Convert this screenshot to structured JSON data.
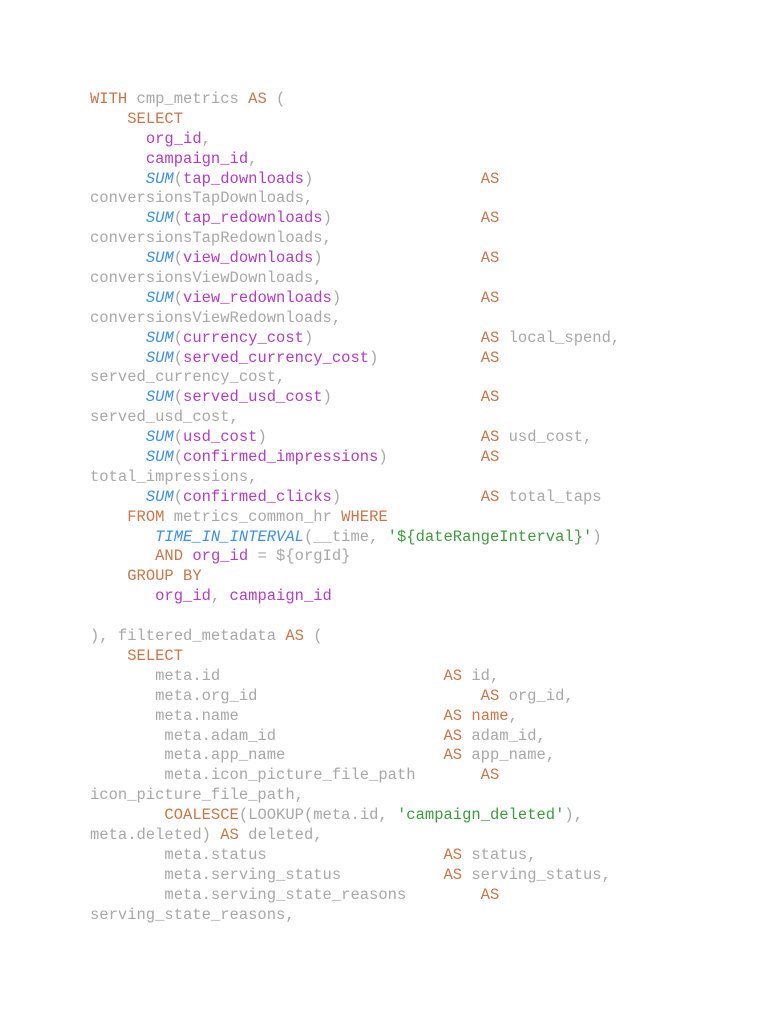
{
  "document": {
    "lines": [
      [
        {
          "t": "WITH",
          "c": "kw"
        },
        {
          "t": " cmp_metrics ",
          "c": "plain"
        },
        {
          "t": "AS",
          "c": "kw"
        },
        {
          "t": " (",
          "c": "plain"
        }
      ],
      [
        {
          "t": "    ",
          "c": "plain"
        },
        {
          "t": "SELECT",
          "c": "kw"
        }
      ],
      [
        {
          "t": "      ",
          "c": "plain"
        },
        {
          "t": "org_id",
          "c": "col"
        },
        {
          "t": ",",
          "c": "plain"
        }
      ],
      [
        {
          "t": "      ",
          "c": "plain"
        },
        {
          "t": "campaign_id",
          "c": "col"
        },
        {
          "t": ",",
          "c": "plain"
        }
      ],
      [
        {
          "t": "      ",
          "c": "plain"
        },
        {
          "t": "SUM",
          "c": "fn"
        },
        {
          "t": "(",
          "c": "plain"
        },
        {
          "t": "tap_downloads",
          "c": "col"
        },
        {
          "t": ")                  ",
          "c": "plain"
        },
        {
          "t": "AS",
          "c": "kw"
        }
      ],
      [
        {
          "t": "conversionsTapDownloads,",
          "c": "plain"
        }
      ],
      [
        {
          "t": "      ",
          "c": "plain"
        },
        {
          "t": "SUM",
          "c": "fn"
        },
        {
          "t": "(",
          "c": "plain"
        },
        {
          "t": "tap_redownloads",
          "c": "col"
        },
        {
          "t": ")                ",
          "c": "plain"
        },
        {
          "t": "AS",
          "c": "kw"
        }
      ],
      [
        {
          "t": "conversionsTapRedownloads,",
          "c": "plain"
        }
      ],
      [
        {
          "t": "      ",
          "c": "plain"
        },
        {
          "t": "SUM",
          "c": "fn"
        },
        {
          "t": "(",
          "c": "plain"
        },
        {
          "t": "view_downloads",
          "c": "col"
        },
        {
          "t": ")                 ",
          "c": "plain"
        },
        {
          "t": "AS",
          "c": "kw"
        }
      ],
      [
        {
          "t": "conversionsViewDownloads,",
          "c": "plain"
        }
      ],
      [
        {
          "t": "      ",
          "c": "plain"
        },
        {
          "t": "SUM",
          "c": "fn"
        },
        {
          "t": "(",
          "c": "plain"
        },
        {
          "t": "view_redownloads",
          "c": "col"
        },
        {
          "t": ")               ",
          "c": "plain"
        },
        {
          "t": "AS",
          "c": "kw"
        }
      ],
      [
        {
          "t": "conversionsViewRedownloads,",
          "c": "plain"
        }
      ],
      [
        {
          "t": "      ",
          "c": "plain"
        },
        {
          "t": "SUM",
          "c": "fn"
        },
        {
          "t": "(",
          "c": "plain"
        },
        {
          "t": "currency_cost",
          "c": "col"
        },
        {
          "t": ")                  ",
          "c": "plain"
        },
        {
          "t": "AS",
          "c": "kw"
        },
        {
          "t": " local_spend,",
          "c": "plain"
        }
      ],
      [
        {
          "t": "      ",
          "c": "plain"
        },
        {
          "t": "SUM",
          "c": "fn"
        },
        {
          "t": "(",
          "c": "plain"
        },
        {
          "t": "served_currency_cost",
          "c": "col"
        },
        {
          "t": ")           ",
          "c": "plain"
        },
        {
          "t": "AS",
          "c": "kw"
        }
      ],
      [
        {
          "t": "served_currency_cost,",
          "c": "plain"
        }
      ],
      [
        {
          "t": "      ",
          "c": "plain"
        },
        {
          "t": "SUM",
          "c": "fn"
        },
        {
          "t": "(",
          "c": "plain"
        },
        {
          "t": "served_usd_cost",
          "c": "col"
        },
        {
          "t": ")                ",
          "c": "plain"
        },
        {
          "t": "AS",
          "c": "kw"
        }
      ],
      [
        {
          "t": "served_usd_cost,",
          "c": "plain"
        }
      ],
      [
        {
          "t": "      ",
          "c": "plain"
        },
        {
          "t": "SUM",
          "c": "fn"
        },
        {
          "t": "(",
          "c": "plain"
        },
        {
          "t": "usd_cost",
          "c": "col"
        },
        {
          "t": ")                       ",
          "c": "plain"
        },
        {
          "t": "AS",
          "c": "kw"
        },
        {
          "t": " usd_cost,",
          "c": "plain"
        }
      ],
      [
        {
          "t": "      ",
          "c": "plain"
        },
        {
          "t": "SUM",
          "c": "fn"
        },
        {
          "t": "(",
          "c": "plain"
        },
        {
          "t": "confirmed_impressions",
          "c": "col"
        },
        {
          "t": ")          ",
          "c": "plain"
        },
        {
          "t": "AS",
          "c": "kw"
        }
      ],
      [
        {
          "t": "total_impressions,",
          "c": "plain"
        }
      ],
      [
        {
          "t": "      ",
          "c": "plain"
        },
        {
          "t": "SUM",
          "c": "fn"
        },
        {
          "t": "(",
          "c": "plain"
        },
        {
          "t": "confirmed_clicks",
          "c": "col"
        },
        {
          "t": ")               ",
          "c": "plain"
        },
        {
          "t": "AS",
          "c": "kw"
        },
        {
          "t": " total_taps",
          "c": "plain"
        }
      ],
      [
        {
          "t": "    ",
          "c": "plain"
        },
        {
          "t": "FROM",
          "c": "kw"
        },
        {
          "t": " metrics_common_hr ",
          "c": "plain"
        },
        {
          "t": "WHERE",
          "c": "kw"
        }
      ],
      [
        {
          "t": "       ",
          "c": "plain"
        },
        {
          "t": "TIME_IN_INTERVAL",
          "c": "fn"
        },
        {
          "t": "(__time, ",
          "c": "plain"
        },
        {
          "t": "'${dateRangeInterval}'",
          "c": "str"
        },
        {
          "t": ")",
          "c": "plain"
        }
      ],
      [
        {
          "t": "       ",
          "c": "plain"
        },
        {
          "t": "AND",
          "c": "kw"
        },
        {
          "t": " ",
          "c": "plain"
        },
        {
          "t": "org_id",
          "c": "col"
        },
        {
          "t": " = ${orgId}",
          "c": "plain"
        }
      ],
      [
        {
          "t": "    ",
          "c": "plain"
        },
        {
          "t": "GROUP BY",
          "c": "kw"
        }
      ],
      [
        {
          "t": "       ",
          "c": "plain"
        },
        {
          "t": "org_id",
          "c": "col"
        },
        {
          "t": ", ",
          "c": "plain"
        },
        {
          "t": "campaign_id",
          "c": "col"
        }
      ],
      [],
      [
        {
          "t": "), filtered_metadata ",
          "c": "plain"
        },
        {
          "t": "AS",
          "c": "kw"
        },
        {
          "t": " (",
          "c": "plain"
        }
      ],
      [
        {
          "t": "    ",
          "c": "plain"
        },
        {
          "t": "SELECT",
          "c": "kw"
        }
      ],
      [
        {
          "t": "       meta.id                        ",
          "c": "plain"
        },
        {
          "t": "AS",
          "c": "kw"
        },
        {
          "t": " id,",
          "c": "plain"
        }
      ],
      [
        {
          "t": "       meta.org_id                        ",
          "c": "plain"
        },
        {
          "t": "AS",
          "c": "kw"
        },
        {
          "t": " org_id,",
          "c": "plain"
        }
      ],
      [
        {
          "t": "       meta.name                      ",
          "c": "plain"
        },
        {
          "t": "AS",
          "c": "kw"
        },
        {
          "t": " ",
          "c": "plain"
        },
        {
          "t": "name",
          "c": "cap"
        },
        {
          "t": ",",
          "c": "plain"
        }
      ],
      [
        {
          "t": "        meta.adam_id                  ",
          "c": "plain"
        },
        {
          "t": "AS",
          "c": "kw"
        },
        {
          "t": " adam_id,",
          "c": "plain"
        }
      ],
      [
        {
          "t": "        meta.app_name                 ",
          "c": "plain"
        },
        {
          "t": "AS",
          "c": "kw"
        },
        {
          "t": " app_name,",
          "c": "plain"
        }
      ],
      [
        {
          "t": "        meta.icon_picture_file_path       ",
          "c": "plain"
        },
        {
          "t": "AS",
          "c": "kw"
        }
      ],
      [
        {
          "t": "icon_picture_file_path,",
          "c": "plain"
        }
      ],
      [
        {
          "t": "        ",
          "c": "plain"
        },
        {
          "t": "COALESCE",
          "c": "kw"
        },
        {
          "t": "(LOOKUP(meta.id, ",
          "c": "plain"
        },
        {
          "t": "'campaign_deleted'",
          "c": "str"
        },
        {
          "t": "),",
          "c": "plain"
        }
      ],
      [
        {
          "t": "meta.deleted) ",
          "c": "plain"
        },
        {
          "t": "AS",
          "c": "kw"
        },
        {
          "t": " deleted,",
          "c": "plain"
        }
      ],
      [
        {
          "t": "        meta.status                   ",
          "c": "plain"
        },
        {
          "t": "AS",
          "c": "kw"
        },
        {
          "t": " status,",
          "c": "plain"
        }
      ],
      [
        {
          "t": "        meta.serving_status           ",
          "c": "plain"
        },
        {
          "t": "AS",
          "c": "kw"
        },
        {
          "t": " serving_status,",
          "c": "plain"
        }
      ],
      [
        {
          "t": "        meta.serving_state_reasons        ",
          "c": "plain"
        },
        {
          "t": "AS",
          "c": "kw"
        }
      ],
      [
        {
          "t": "serving_state_reasons,",
          "c": "plain"
        }
      ]
    ]
  },
  "colors": {
    "keyword": "#c8764a",
    "column": "#b23ec2",
    "function": "#3d8fe8",
    "string": "#3f9a3f",
    "text": "#a8a8a8",
    "background": "#ffffff"
  }
}
